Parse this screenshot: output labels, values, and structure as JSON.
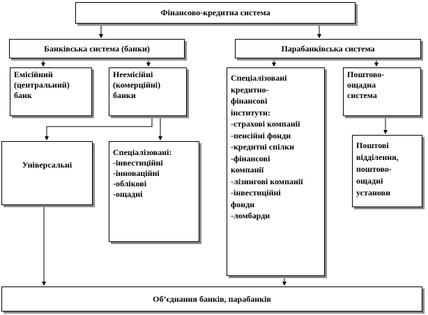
{
  "top": {
    "label": "Фінансово-кредитна система"
  },
  "bank_system": {
    "label": "Банківська система (банки)"
  },
  "parabank_system": {
    "label": "Парабанківська система"
  },
  "emission": {
    "lines": [
      "Емісійний",
      "(центральний)",
      "банк"
    ]
  },
  "non_emission": {
    "lines": [
      "Неемісійні",
      "(комерційні)",
      "банки"
    ]
  },
  "universal": {
    "label": "Універсальні"
  },
  "specialized_banks": {
    "lines": [
      "Спеціалізовані:",
      "-інвестиційні",
      "-інноваційні",
      "-облікові",
      "-ощадні"
    ]
  },
  "specialized_institutes": {
    "lines": [
      "Спеціалізовані",
      "кредитно-",
      "фінансові",
      "інститути:",
      "-страхові компанії",
      "-пенсійні фонди",
      "-кредитні спілки",
      "-фінансові",
      "компанії",
      "-лізингові компанії",
      "-інвестиційні",
      "фонди",
      "-ломбарди"
    ]
  },
  "postal_system": {
    "lines": [
      "Поштово-",
      "ощадна",
      "система"
    ]
  },
  "postal_branches": {
    "lines": [
      "Поштові",
      "відділення,",
      "поштово-",
      "ощадні",
      "установи"
    ]
  },
  "bottom": {
    "label": "Об’єднання банків, парабанків"
  }
}
